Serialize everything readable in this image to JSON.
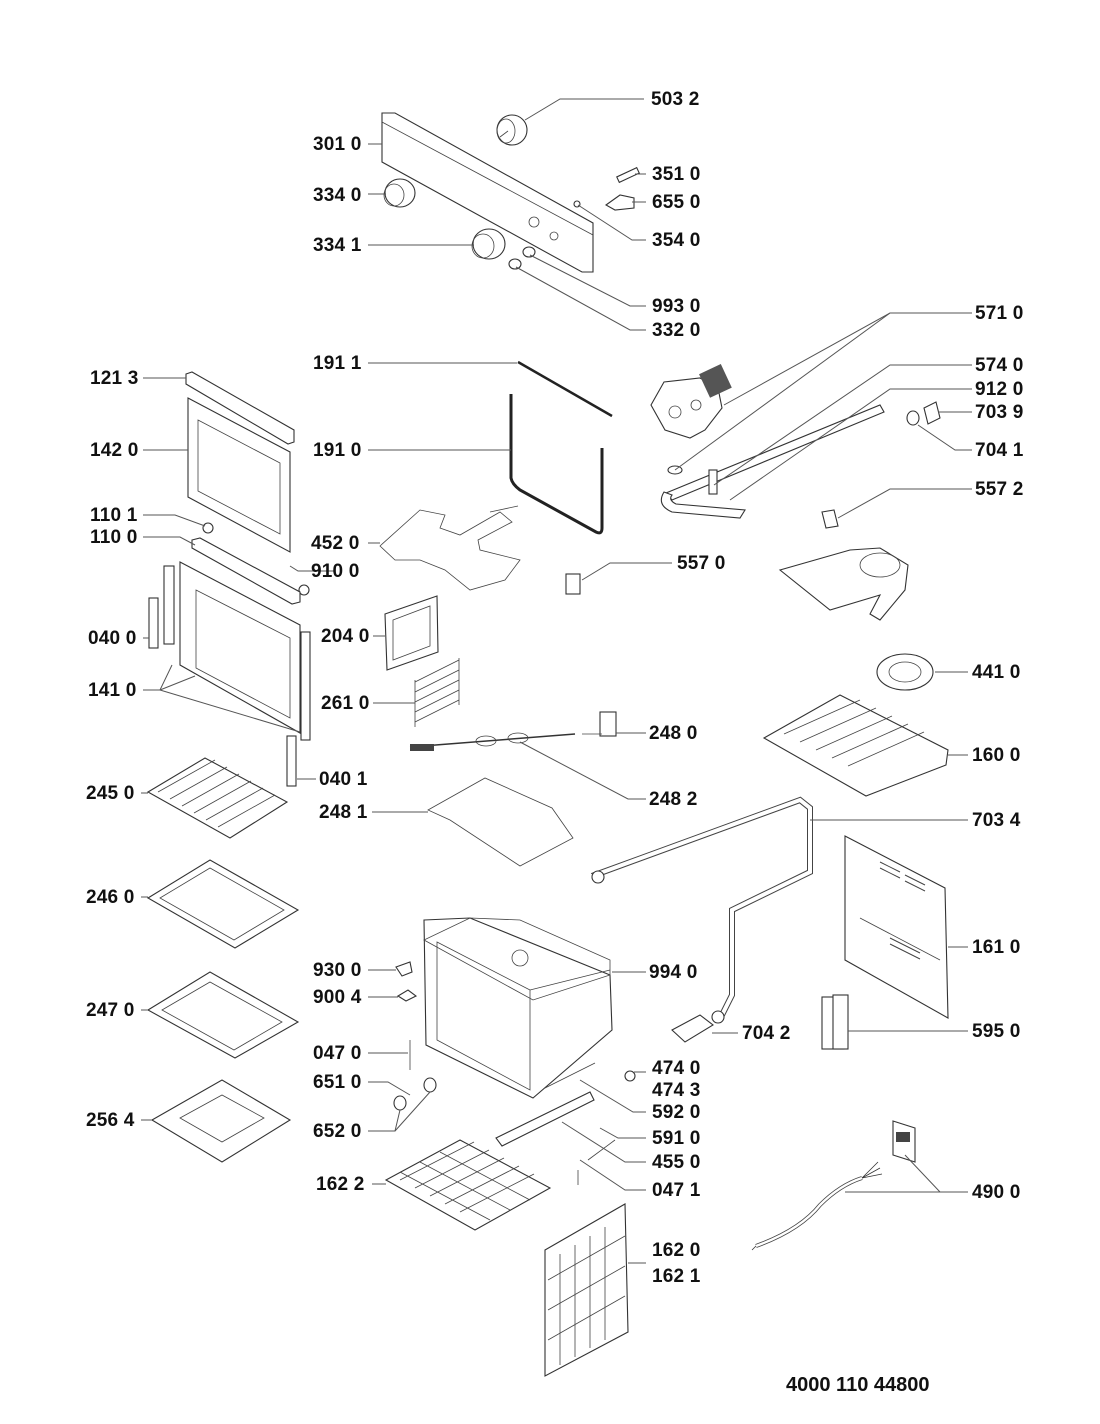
{
  "diagram": {
    "type": "exploded-parts-diagram",
    "subject": "built-in gas oven",
    "document_number": "4000 110 44800",
    "labels": [
      {
        "id": "503-2",
        "text": "503 2"
      },
      {
        "id": "301-0",
        "text": "301 0"
      },
      {
        "id": "351-0",
        "text": "351 0"
      },
      {
        "id": "334-0",
        "text": "334 0"
      },
      {
        "id": "655-0",
        "text": "655 0"
      },
      {
        "id": "354-0",
        "text": "354 0"
      },
      {
        "id": "334-1",
        "text": "334 1"
      },
      {
        "id": "993-0",
        "text": "993 0"
      },
      {
        "id": "332-0",
        "text": "332 0"
      },
      {
        "id": "571-0",
        "text": "571 0"
      },
      {
        "id": "191-1",
        "text": "191 1"
      },
      {
        "id": "574-0",
        "text": "574 0"
      },
      {
        "id": "121-3",
        "text": "121 3"
      },
      {
        "id": "912-0",
        "text": "912 0"
      },
      {
        "id": "703-9",
        "text": "703 9"
      },
      {
        "id": "142-0",
        "text": "142 0"
      },
      {
        "id": "191-0",
        "text": "191 0"
      },
      {
        "id": "704-1",
        "text": "704 1"
      },
      {
        "id": "557-2",
        "text": "557 2"
      },
      {
        "id": "110-1",
        "text": "110 1"
      },
      {
        "id": "110-0",
        "text": "110 0"
      },
      {
        "id": "452-0",
        "text": "452 0"
      },
      {
        "id": "910-0",
        "text": "910 0"
      },
      {
        "id": "557-0",
        "text": "557 0"
      },
      {
        "id": "040-0",
        "text": "040 0"
      },
      {
        "id": "204-0",
        "text": "204 0"
      },
      {
        "id": "441-0",
        "text": "441 0"
      },
      {
        "id": "141-0",
        "text": "141 0"
      },
      {
        "id": "261-0",
        "text": "261 0"
      },
      {
        "id": "248-0",
        "text": "248 0"
      },
      {
        "id": "160-0",
        "text": "160 0"
      },
      {
        "id": "040-1",
        "text": "040 1"
      },
      {
        "id": "245-0",
        "text": "245 0"
      },
      {
        "id": "248-2",
        "text": "248 2"
      },
      {
        "id": "248-1",
        "text": "248 1"
      },
      {
        "id": "703-4",
        "text": "703 4"
      },
      {
        "id": "246-0",
        "text": "246 0"
      },
      {
        "id": "161-0",
        "text": "161 0"
      },
      {
        "id": "930-0",
        "text": "930 0"
      },
      {
        "id": "994-0",
        "text": "994 0"
      },
      {
        "id": "900-4",
        "text": "900 4"
      },
      {
        "id": "247-0",
        "text": "247 0"
      },
      {
        "id": "704-2",
        "text": "704 2"
      },
      {
        "id": "595-0",
        "text": "595 0"
      },
      {
        "id": "047-0",
        "text": "047 0"
      },
      {
        "id": "474-0",
        "text": "474 0"
      },
      {
        "id": "651-0",
        "text": "651 0"
      },
      {
        "id": "474-3",
        "text": "474 3"
      },
      {
        "id": "256-4",
        "text": "256 4"
      },
      {
        "id": "592-0",
        "text": "592 0"
      },
      {
        "id": "652-0",
        "text": "652 0"
      },
      {
        "id": "591-0",
        "text": "591 0"
      },
      {
        "id": "455-0",
        "text": "455 0"
      },
      {
        "id": "162-2",
        "text": "162 2"
      },
      {
        "id": "047-1",
        "text": "047 1"
      },
      {
        "id": "490-0",
        "text": "490 0"
      },
      {
        "id": "162-0",
        "text": "162 0"
      },
      {
        "id": "162-1",
        "text": "162 1"
      }
    ]
  }
}
